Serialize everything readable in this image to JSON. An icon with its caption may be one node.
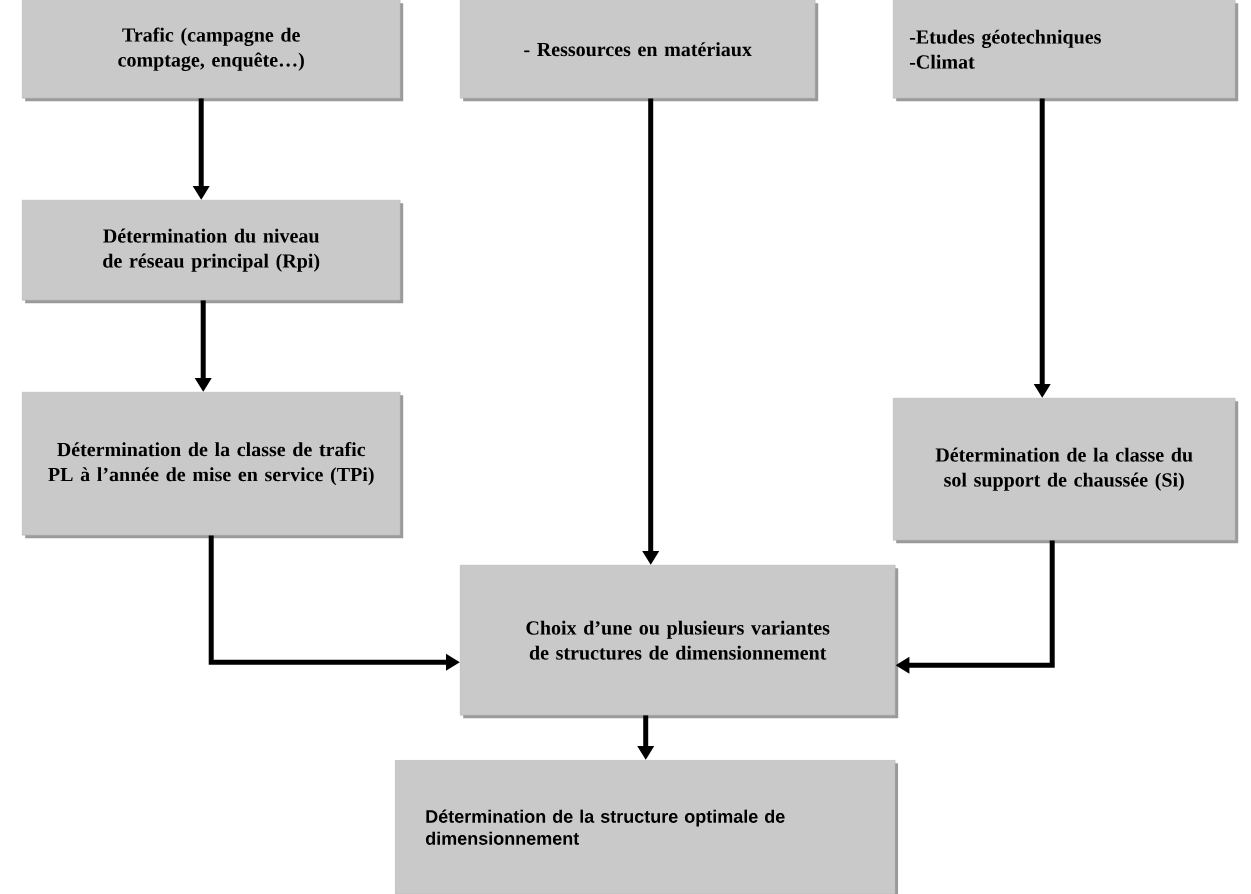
{
  "diagram": {
    "nodes": [
      {
        "text": [
          "Trafic (campagne de comptage, enquête…)"
        ]
      },
      {
        "text": [
          "- Ressources en matériaux"
        ]
      },
      {
        "text": [
          "-Etudes géotechniques",
          "-Climat"
        ]
      },
      {
        "text": [
          "Détermination du niveau de réseau principal (Rpi)"
        ]
      },
      {
        "text": [
          "Détermination de la classe de trafic PL à l’année de mise en service (TPi)"
        ]
      },
      {
        "text": [
          "Détermination de la classe du sol support de chaussée (Si)"
        ]
      },
      {
        "text": [
          "Choix d’une ou plusieurs variantes de structures de dimensionnement"
        ]
      },
      {
        "text": [
          "Détermination de la structure optimale de dimensionnement"
        ]
      }
    ],
    "edges": [
      {
        "from": 0,
        "to": 3,
        "arrow": "to"
      },
      {
        "from": 3,
        "to": 4,
        "arrow": "to"
      },
      {
        "from": 1,
        "to": 6,
        "arrow": "to"
      },
      {
        "from": 2,
        "to": 5,
        "arrow": "to"
      },
      {
        "from": 4,
        "to": 6,
        "arrow": "to"
      },
      {
        "from": 5,
        "to": 6,
        "arrow": "to"
      },
      {
        "from": 6,
        "to": 7,
        "arrow": "to"
      }
    ]
  }
}
